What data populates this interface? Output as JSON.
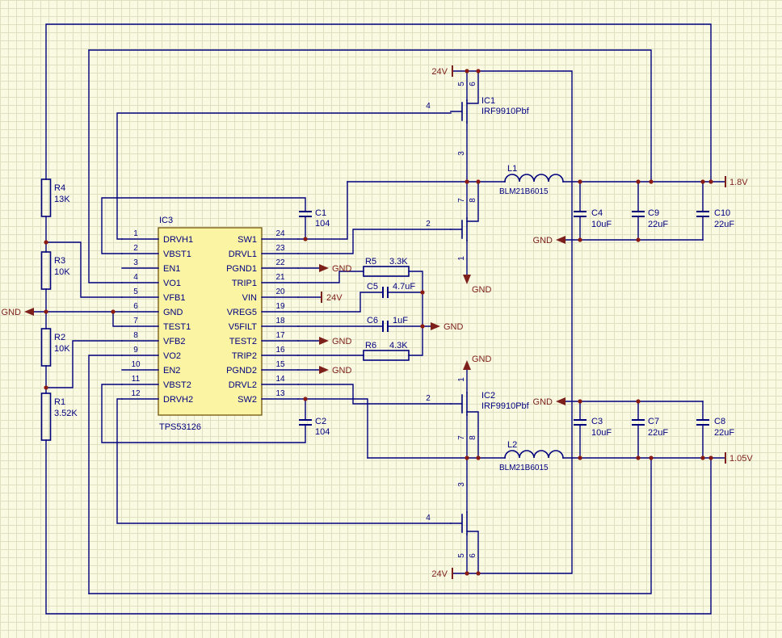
{
  "colors": {
    "background": "#FAFAE2",
    "grid": "#DFDFC2",
    "wire": "#00007D",
    "text": "#000082",
    "power": "#7D1F1A",
    "junction": "#8B1A12",
    "ic_fill": "#FBF5A3",
    "ic_border": "#7A6018"
  },
  "ic3": {
    "ref": "IC3",
    "part": "TPS53126",
    "left_pins": [
      {
        "num": "1",
        "name": "DRVH1"
      },
      {
        "num": "2",
        "name": "VBST1"
      },
      {
        "num": "3",
        "name": "EN1"
      },
      {
        "num": "4",
        "name": "VO1"
      },
      {
        "num": "5",
        "name": "VFB1"
      },
      {
        "num": "6",
        "name": "GND"
      },
      {
        "num": "7",
        "name": "TEST1"
      },
      {
        "num": "8",
        "name": "VFB2"
      },
      {
        "num": "9",
        "name": "VO2"
      },
      {
        "num": "10",
        "name": "EN2"
      },
      {
        "num": "11",
        "name": "VBST2"
      },
      {
        "num": "12",
        "name": "DRVH2"
      }
    ],
    "right_pins": [
      {
        "num": "24",
        "name": "SW1"
      },
      {
        "num": "23",
        "name": "DRVL1"
      },
      {
        "num": "22",
        "name": "PGND1"
      },
      {
        "num": "21",
        "name": "TRIP1"
      },
      {
        "num": "20",
        "name": "VIN"
      },
      {
        "num": "19",
        "name": "VREG5"
      },
      {
        "num": "18",
        "name": "V5FILT"
      },
      {
        "num": "17",
        "name": "TEST2"
      },
      {
        "num": "16",
        "name": "TRIP2"
      },
      {
        "num": "15",
        "name": "PGND2"
      },
      {
        "num": "14",
        "name": "DRVL2"
      },
      {
        "num": "13",
        "name": "SW2"
      }
    ]
  },
  "parts": {
    "r4": {
      "ref": "R4",
      "val": "13K"
    },
    "r3": {
      "ref": "R3",
      "val": "10K"
    },
    "r2": {
      "ref": "R2",
      "val": "10K"
    },
    "r1": {
      "ref": "R1",
      "val": "3.52K"
    },
    "r5": {
      "ref": "R5",
      "val": "3.3K"
    },
    "r6": {
      "ref": "R6",
      "val": "4.3K"
    },
    "c1": {
      "ref": "C1",
      "val": "104"
    },
    "c2": {
      "ref": "C2",
      "val": "104"
    },
    "c5": {
      "ref": "C5",
      "val": "4.7uF"
    },
    "c6": {
      "ref": "C6",
      "val": "1uF"
    },
    "c4": {
      "ref": "C4",
      "val": "10uF"
    },
    "c9": {
      "ref": "C9",
      "val": "22uF"
    },
    "c10": {
      "ref": "C10",
      "val": "22uF"
    },
    "c3": {
      "ref": "C3",
      "val": "10uF"
    },
    "c7": {
      "ref": "C7",
      "val": "22uF"
    },
    "c8": {
      "ref": "C8",
      "val": "22uF"
    },
    "ic1": {
      "ref": "IC1",
      "part": "IRF9910Pbf"
    },
    "ic2": {
      "ref": "IC2",
      "part": "IRF9910Pbf"
    },
    "l1": {
      "ref": "L1",
      "part": "BLM21B6015"
    },
    "l2": {
      "ref": "L2",
      "part": "BLM21B6015"
    }
  },
  "power": {
    "gnd": "GND",
    "v24": "24V",
    "v1_8": "1.8V",
    "v1_05": "1.05V"
  },
  "fet_pins": {
    "n1": "1",
    "n2": "2",
    "n3": "3",
    "n4": "4",
    "n5": "5",
    "n6": "6",
    "n7": "7",
    "n8": "8"
  }
}
